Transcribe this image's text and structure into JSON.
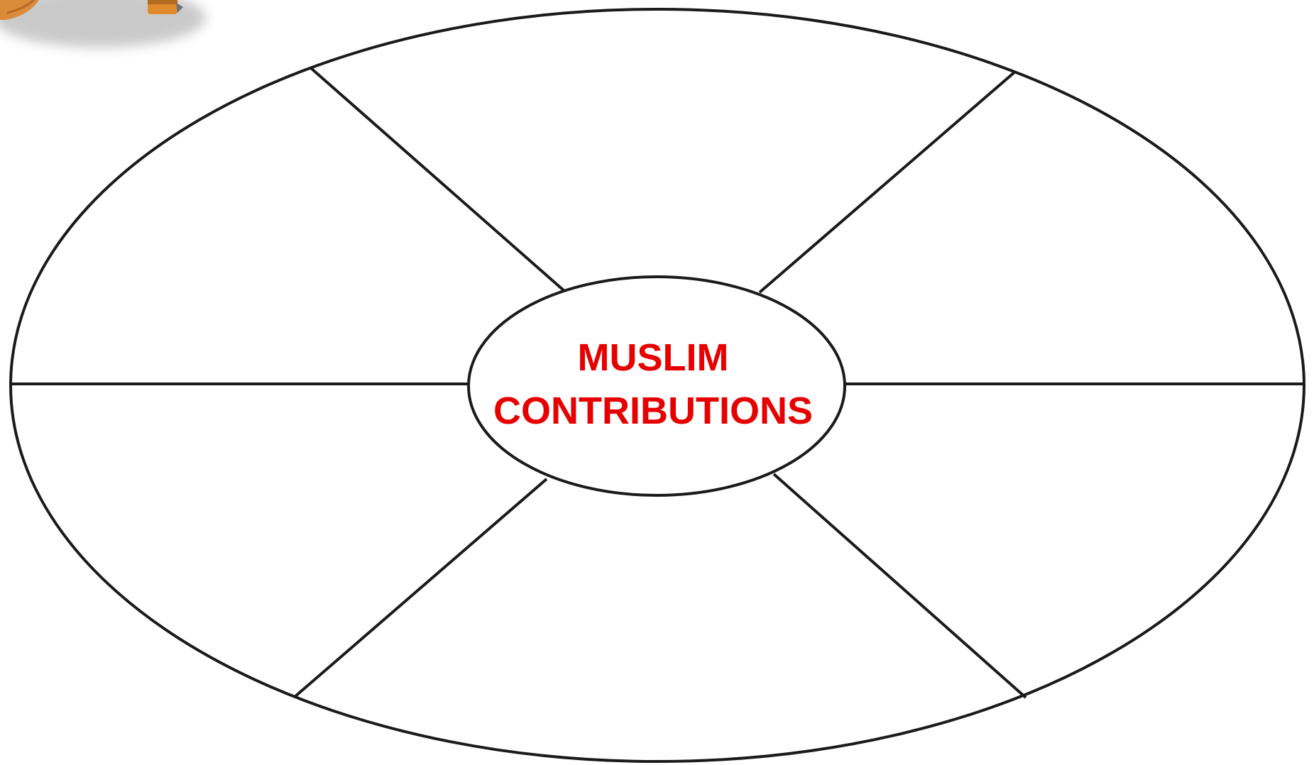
{
  "diagram": {
    "center_label": {
      "line1": "MUSLIM",
      "line2": "CONTRIBUTIONS"
    },
    "colors": {
      "label": "#e60000",
      "stroke": "#1a1a1a",
      "background": "#ffffff",
      "decoration_orange": "#e08a2c"
    },
    "sections": 6,
    "decoration": "cropped-cartoon-figure"
  }
}
